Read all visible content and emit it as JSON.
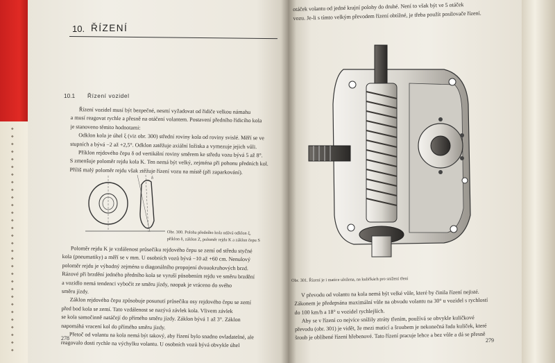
{
  "left_page": {
    "chapter_number": "10.",
    "chapter_title": "ŘÍZENÍ",
    "section_number": "10.1",
    "section_title": "Řízení vozidel",
    "paragraph1": [
      "Řízení vozidel musí být bezpečné, nesmí vyžadovat od řidiče velkou námahu",
      "a musí reagovat rychle a přesně na otáčení volantem. Postavení předního řídicího kola",
      "je stanoveno těmito hodnotami:",
      "Odklon kola je úhel ξ (viz obr. 300) střední roviny kola od roviny svislé. Měří se ve",
      "stupních a bývá −2 až +2,5°. Odklon zatěžuje axiální ložiska a vymezuje jejich vůli.",
      "Příklon rejdového čepu δ od vertikální roviny směrem ke středu vozu bývá 5 až 8°.",
      "S zmenšuje poloměr rejdu kola K. Ten nemá být velký, zejména při pohonu předních kol.",
      "Příliš malý poloměr rejdu však ztěžuje řízení vozu na místě (při zaparkování)."
    ],
    "figure_caption": [
      "Obr. 300. Poloha předního kola udává odklon ξ,",
      "příklon δ, záklon Z, poloměr rejdu K a záklon čepu S"
    ],
    "paragraph2": [
      "Poloměr rejdu K je vzdálenost průsečíku rejdového čepu se zemí od středu styčné",
      "kola (pneumatiky) a měří se v mm. U osobních vozů bývá −10 až +60 cm. Nenulový",
      "poloměr rejdu je výhodný zejména u diagonálního propojení dvouokruhových brzd.",
      "Rázové při brzdění jedného předního kola se vyruší působením rejdu ve směru brzdění",
      "a vozidlo nemá tendenci vybočit ze směru jízdy, naopak je vráceno do svého",
      "směru jízdy.",
      "Záklon rejdového čepu způsobuje posunutí průsečíku osy rejdového čepu se zemí",
      "před bod kola se zemí. Tato vzdálenost se nazývá závlek kola. Vlivem závlek",
      "se kola samočinně natáčejí do přímého směru jízdy. Záklon bývá 1 až 3°. Záklon",
      "napomáhá vracení kol do přímého směru jízdy.",
      "Přetoč od volantu na kola nemá být takový, aby řízení bylo snadno ovladatelné, ale",
      "reagovalo dosti rychle na výchylku volantu. U osobních vozů bývá obvykle úhel"
    ],
    "page_number": "278"
  },
  "right_page": {
    "top_paragraph": [
      "otáček volantu od jedné krajní polohy do druhé. Není to však být ve 5 otáček",
      "vozu. Je-li s tímto velkým převodem řízení obtížné, je třeba použít posilovače řízení."
    ],
    "figure_caption": "Obr. 301. Řízení je i matice uložena, na kuličkách pro snížení tření",
    "bottom_paragraph": [
      "V převodu od volantu na kola nemá být velké vůle, které by činila řízení nejisté.",
      "Zákonem je předepsána maximální vůle na obvodu volantu na 30° u vozidel s rychlostí",
      "do 100 km/h a 18° u vozidel rychlejších.",
      "Aby se v řízení co nejvíce snížily ztráty třením, používá se obvykle kuličkové",
      "převodu (obr. 301) je vidět, že mezi maticí a šroubem je nekonečná řada kuliček, které",
      "šroub je oblíbené řízení hřebenové. Tato řízení pracuje lehce a bez vůle a dá se přesně"
    ],
    "page_number": "279"
  },
  "spine_ticks": "◆\n◆\n◆\n◆\n◆\n◆\n◆\n◆\n◆\n◆\n◆\n◆\n◆\n◆\n◆\n◆\n◆\n◆\n◆\n◆\n◆\n◆\n◆\n◆\n◆\n◆\n◆\n◆\n◆\n◆"
}
